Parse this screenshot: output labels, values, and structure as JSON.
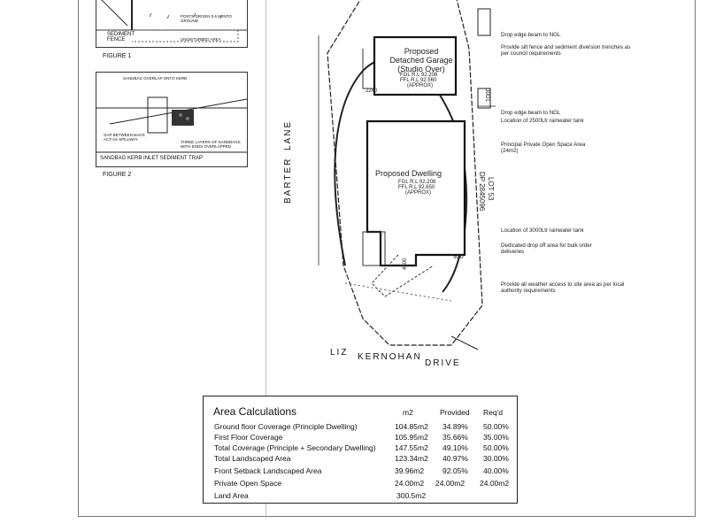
{
  "figures": {
    "figure1": {
      "caption": "FIGURE 1",
      "labels": {
        "sediment_fence": "SEDIMENT\nFENCE",
        "posts": "POSTS DRIVEN 0.6 M INTO GROUND",
        "undisturbed": "UNDISTURBED AREA"
      }
    },
    "figure2": {
      "caption": "FIGURE 2",
      "title": "SANDBAG KERB INLET SEDIMENT TRAP",
      "labels": {
        "top": "SANDBAG OVERLAP ONTO KERB",
        "gap": "GAP BETWEEN BAGS\nACT AS SPILLWAY",
        "three": "THREE LAYERS OF SANDBAGS\nWITH ENDS OVERLAPPED"
      }
    }
  },
  "site_plan": {
    "garage": {
      "title": "Proposed\nDetached Garage\n(Studio Over)",
      "fgl": "FGL R.L 92.208",
      "ffl": "FFL R.L 92.560",
      "approx": "(APPROX)"
    },
    "dwelling": {
      "title": "Proposed Dwelling",
      "fgl": "FGL R.L 92.208",
      "ffl": "FFL R.L 92.650",
      "approx": "(APPROX)"
    },
    "streets": {
      "left_1": "BARTER",
      "left_2": "LANE",
      "bottom_1": "LIZ",
      "bottom_2": "KERNOHAN",
      "bottom_3": "DRIVE"
    },
    "lot": {
      "line1": "LOT 53",
      "line2": "DP 2845096"
    },
    "dims": {
      "d1": "2240",
      "d2": "920",
      "d3": "4500",
      "d4": "1000"
    }
  },
  "notes": [
    {
      "text": "Drop edge beam to NGL"
    },
    {
      "text": "Provide silt fence and sediment diversion trenches as per council requirements"
    },
    {
      "text": "Drop edge beam to NGL"
    },
    {
      "text": "Location of 2500Ltr rainwater tank"
    },
    {
      "text": "Principal Private Open Space Area (24m2)"
    },
    {
      "text": "Location of 3000Ltr rainwater tank"
    },
    {
      "text": "Dedicated drop off area for bulk order deliveries"
    },
    {
      "text": "Provide all weather access to site area as per local authority requirements"
    }
  ],
  "area_calculations": {
    "title": "Area Calculations",
    "headers": {
      "m2": "m2",
      "provided": "Provided",
      "reqd": "Req'd"
    },
    "rows": [
      {
        "label": "Ground floor Coverage (Principle Dwelling)",
        "m2": "104.85m2",
        "provided": "34.89%",
        "reqd": "50.00%"
      },
      {
        "label": "First Floor Coverage",
        "m2": "105.95m2",
        "provided": "35.66%",
        "reqd": "35.00%"
      },
      {
        "label": "Total Coverage (Principle + Secondary Dwelling)",
        "m2": "147.55m2",
        "provided": "49.10%",
        "reqd": "50.00%"
      },
      {
        "label": "Total Landscaped Area",
        "m2": "123.34m2",
        "provided": "40.97%",
        "reqd": "30.00%"
      },
      {
        "label": "Front Setback Landscaped Area",
        "m2": "39.96m2",
        "provided": "92.05%",
        "reqd": "40.00%"
      },
      {
        "label": "Private Open Space",
        "m2": "24.00m2",
        "provided": "24.00m2",
        "reqd": "24.00m2"
      },
      {
        "label": "Land Area",
        "m2": "300.5m2",
        "provided": "",
        "reqd": ""
      }
    ]
  }
}
